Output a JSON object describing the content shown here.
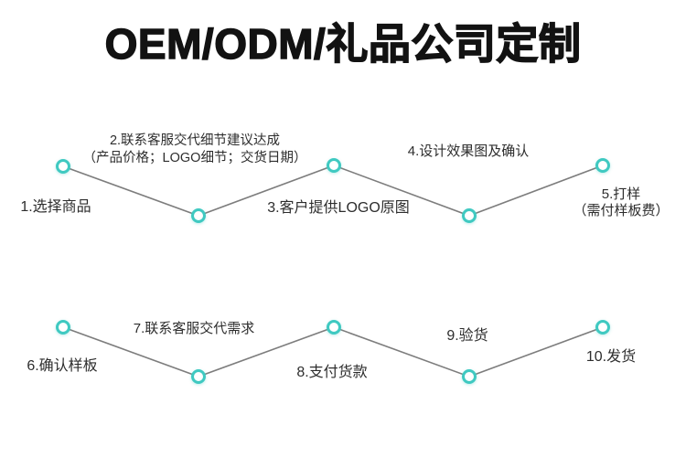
{
  "title": "OEM/ODM/礼品公司定制",
  "steps": [
    {
      "id": 1,
      "label": "1.选择商品"
    },
    {
      "id": 2,
      "label": "2.联系客服交代细节建议达成",
      "sub": "（产品价格；LOGO细节；交货日期）"
    },
    {
      "id": 3,
      "label": "3.客户提供LOGO原图"
    },
    {
      "id": 4,
      "label": "4.设计效果图及确认"
    },
    {
      "id": 5,
      "label": "5.打样",
      "sub": "（需付样板费）"
    },
    {
      "id": 6,
      "label": "6.确认样板"
    },
    {
      "id": 7,
      "label": "7.联系客服交代需求"
    },
    {
      "id": 8,
      "label": "8.支付货款"
    },
    {
      "id": 9,
      "label": "9.验货"
    },
    {
      "id": 10,
      "label": "10.发货"
    }
  ],
  "colors": {
    "node-stroke": "#3fc9c1",
    "line": "#7d7d7d",
    "text": "#2d2d2d",
    "title": "#121212",
    "background": "#ffffff"
  }
}
